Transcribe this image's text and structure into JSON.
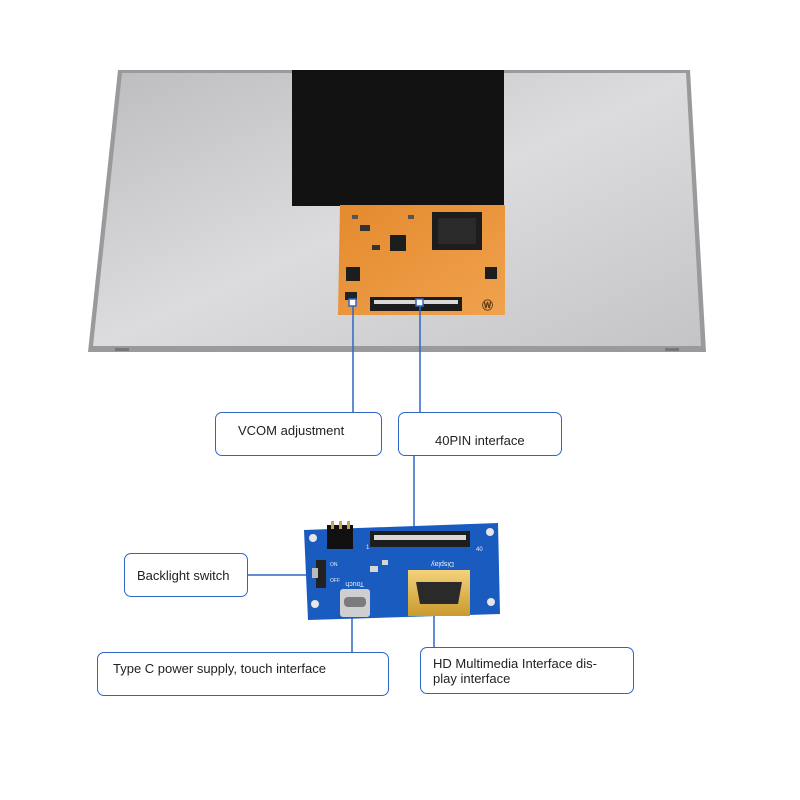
{
  "callouts": {
    "vcom": "VCOM adjustment",
    "pin40": "40PIN interface",
    "backlight": "Backlight switch",
    "typec": "Type C power supply, touch interface",
    "hdmi": "HD Multimedia Interface dis-play interface"
  },
  "board_labels": {
    "touch": "Touch",
    "display": "Display",
    "pin1": "1",
    "pin40": "40",
    "on": "ON",
    "off": "OFF"
  },
  "colors": {
    "callout_border": "#2f66c6",
    "leader_line": "#2f66c6",
    "panel_silver": "#c9c9cb",
    "fpc_orange": "#e9923b",
    "pcb_blue": "#1a5bc0"
  }
}
